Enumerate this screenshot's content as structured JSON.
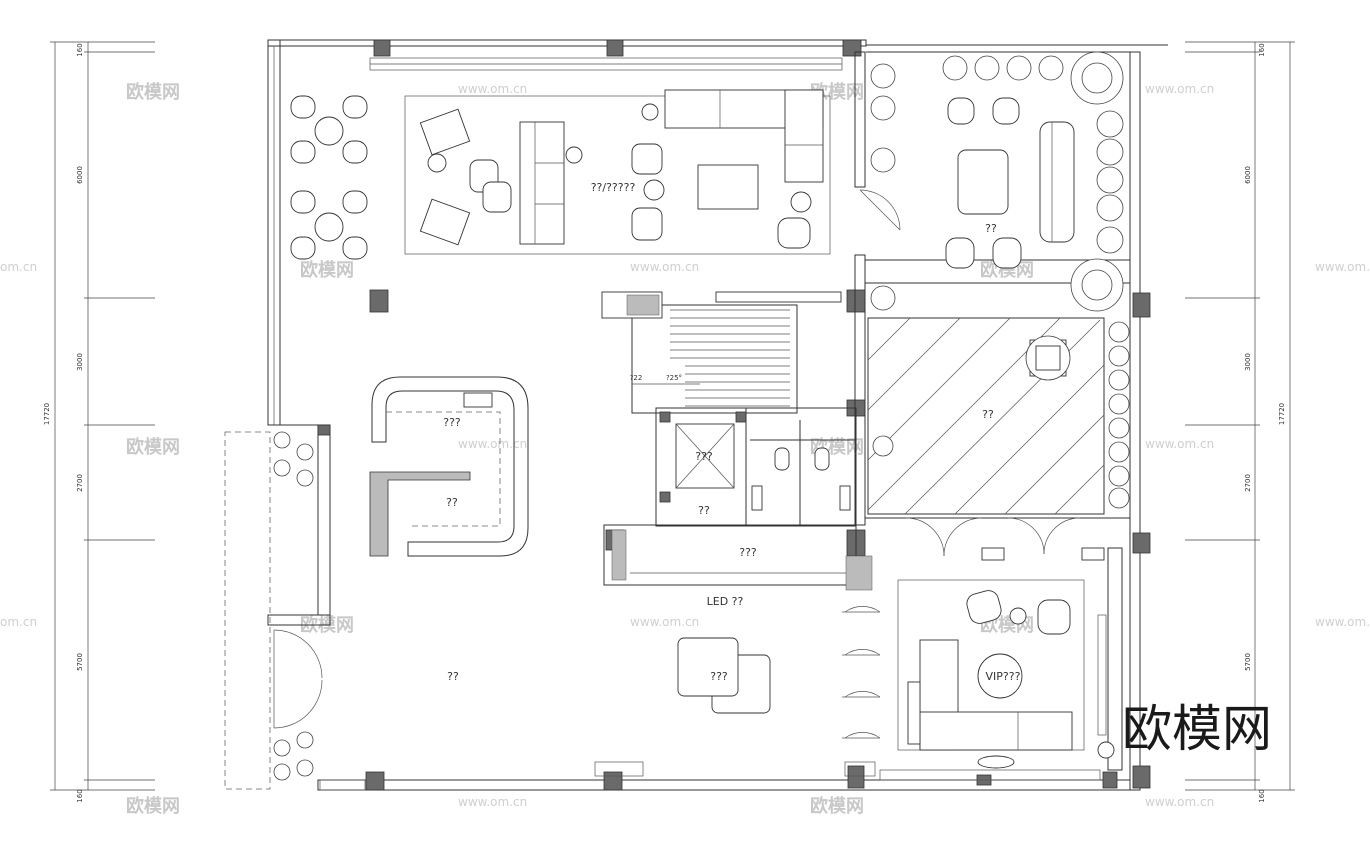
{
  "watermarks": {
    "brand_small": "欧模网",
    "url": "www.om.cn",
    "url_fragment": "om.cn",
    "brand_large": "欧模网"
  },
  "dimensions": {
    "left": [
      "160",
      "6000",
      "3000",
      "2700",
      "5700",
      "160"
    ],
    "left_total": "17720",
    "right": [
      "160",
      "6000",
      "3000",
      "2700",
      "5700",
      "160"
    ],
    "right_total": "17720"
  },
  "rooms": {
    "lounge": "??/?????",
    "tea_room": "??",
    "bar": "???",
    "bar_inner": "??",
    "elevator": "???",
    "lobby_small": "??",
    "reception_desk": "???",
    "led_wall": "LED ??",
    "main_hall": "??",
    "island": "???",
    "pool": "??",
    "vip": "VIP???",
    "stair_note_1": "?22",
    "stair_note_2": "?25°"
  }
}
